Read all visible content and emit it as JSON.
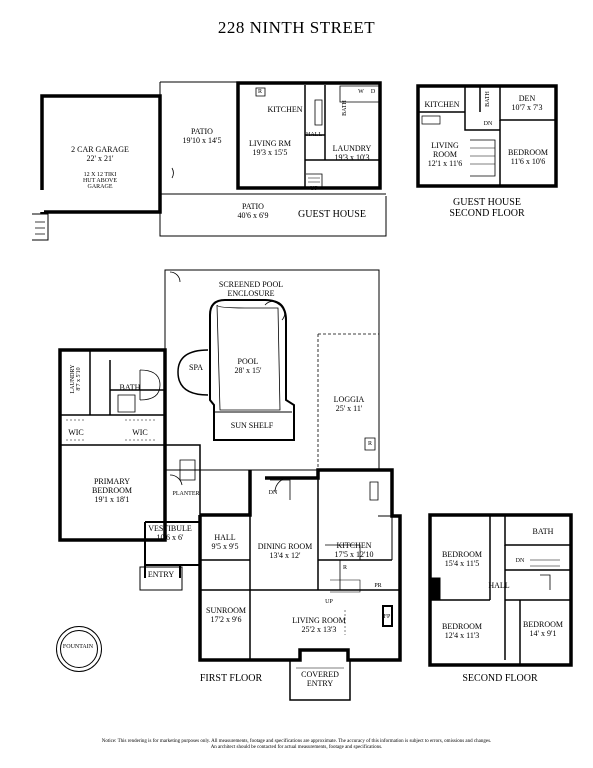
{
  "title": "228 NINTH STREET",
  "garage": {
    "name": "2 CAR GARAGE",
    "size": "22' x 21'",
    "note": "12 X 12 TIKI HUT ABOVE GARAGE"
  },
  "patio1": {
    "name": "PATIO",
    "size": "19'10 x 14'5"
  },
  "patio2": {
    "name": "PATIO",
    "size": "40'6 x 6'9"
  },
  "guest_house": {
    "label": "GUEST HOUSE",
    "kitchen": "KITCHEN",
    "living": {
      "name": "LIVING RM",
      "size": "19'3 x 15'5"
    },
    "laundry": {
      "name": "LAUNDRY",
      "size": "19'3 x 10'3"
    },
    "bath": "BATH",
    "hall": "HALL",
    "r": "R",
    "w": "W",
    "d": "D",
    "up": "UP"
  },
  "guest_second": {
    "label1": "GUEST HOUSE",
    "label2": "SECOND FLOOR",
    "kitchen": "KITCHEN",
    "bath": "BATH",
    "dn": "DN",
    "den": {
      "name": "DEN",
      "size": "10'7 x 7'3"
    },
    "living": {
      "name": "LIVING ROOM",
      "size": "12'1 x 11'6"
    },
    "bedroom": {
      "name": "BEDROOM",
      "size": "11'6 x 10'6"
    }
  },
  "first_floor": {
    "label": "FIRST FLOOR",
    "enclosure": "SCREENED POOL ENCLOSURE",
    "spa": "SPA",
    "pool": {
      "name": "POOL",
      "size": "28' x 15'"
    },
    "sun_shelf": "SUN SHELF",
    "loggia": {
      "name": "LOGGIA",
      "size": "25' x 11'"
    },
    "laundry": {
      "name": "LAUNDRY",
      "size": "8'7 x 5'10"
    },
    "bath": "BATH",
    "wic1": "WIC",
    "wic2": "WIC",
    "primary": {
      "name": "PRIMARY BEDROOM",
      "size": "19'1 x 18'1"
    },
    "planter": "PLANTER",
    "dn": "DN",
    "up": "UP",
    "r": "R",
    "pr": "PR",
    "fp": "FP",
    "vestibule": {
      "name": "VESTIBULE",
      "size": "10'6 x 6'"
    },
    "entry": "ENTRY",
    "hall": {
      "name": "HALL",
      "size": "9'5 x 9'5"
    },
    "dining": {
      "name": "DINING ROOM",
      "size": "13'4 x 12'"
    },
    "kitchen": {
      "name": "KITCHEN",
      "size": "17'5 x 12'10"
    },
    "sunroom": {
      "name": "SUNROOM",
      "size": "17'2 x 9'6"
    },
    "living": {
      "name": "LIVING ROOM",
      "size": "25'2 x 13'3"
    },
    "covered_entry": "COVERED ENTRY",
    "fountain": "FOUNTAIN"
  },
  "second_floor": {
    "label": "SECOND FLOOR",
    "bedroom1": {
      "name": "BEDROOM",
      "size": "15'4 x 11'5"
    },
    "bath": "BATH",
    "dn": "DN",
    "hall": "HALL",
    "bedroom2": {
      "name": "BEDROOM",
      "size": "12'4 x 11'3"
    },
    "bedroom3": {
      "name": "BEDROOM",
      "size": "14' x 9'1"
    }
  },
  "notice": "Notice: This rendering is for marketing purposes only. All measurements, footage and specifications are approximate. The accuracy of this information is subject to errors, omissions and changes. An architect should be contacted for actual measurements, footage and specifications."
}
